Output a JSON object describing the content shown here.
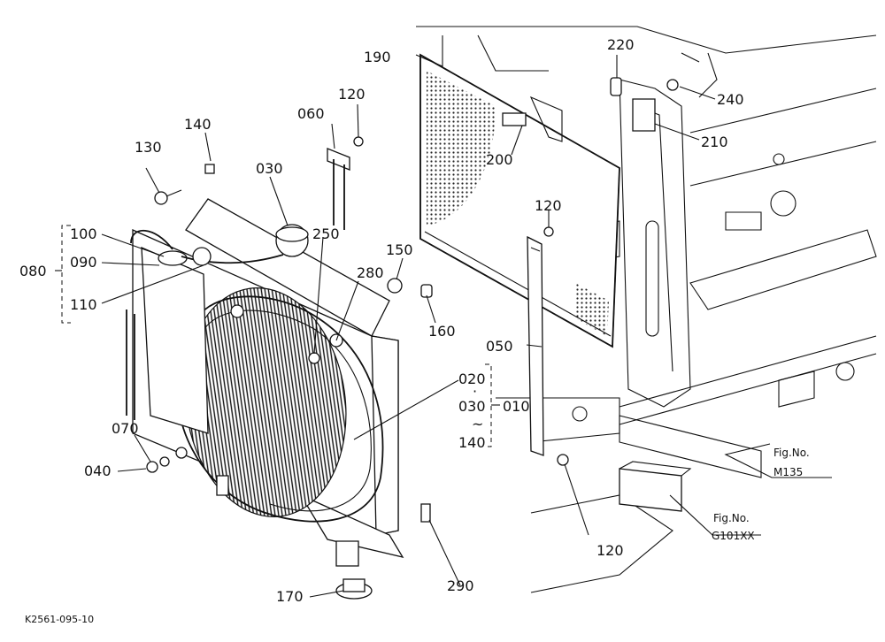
{
  "diagram": {
    "drawing_code": "K2561-095-10",
    "part_labels": {
      "p010": "010",
      "p020": "020",
      "p030a": "030",
      "p030b": "030",
      "p040": "040",
      "p050": "050",
      "p060": "060",
      "p070": "070",
      "p080": "080",
      "p090": "090",
      "p100": "100",
      "p110": "110",
      "p120a": "120",
      "p120b": "120",
      "p120c": "120",
      "p130": "130",
      "p140a": "140",
      "p140b": "140",
      "p150": "150",
      "p160": "160",
      "p170": "170",
      "p190": "190",
      "p200": "200",
      "p210": "210",
      "p220": "220",
      "p240": "240",
      "p250": "250",
      "p280": "280",
      "p290": "290"
    },
    "range_symbols": {
      "dot": "·",
      "tilde": "~"
    },
    "figure_refs": [
      {
        "label": "Fig.No.",
        "number": "M135"
      },
      {
        "label": "Fig.No.",
        "number": "G101XX"
      }
    ],
    "colors": {
      "ink": "#111111",
      "paper": "#ffffff"
    }
  }
}
